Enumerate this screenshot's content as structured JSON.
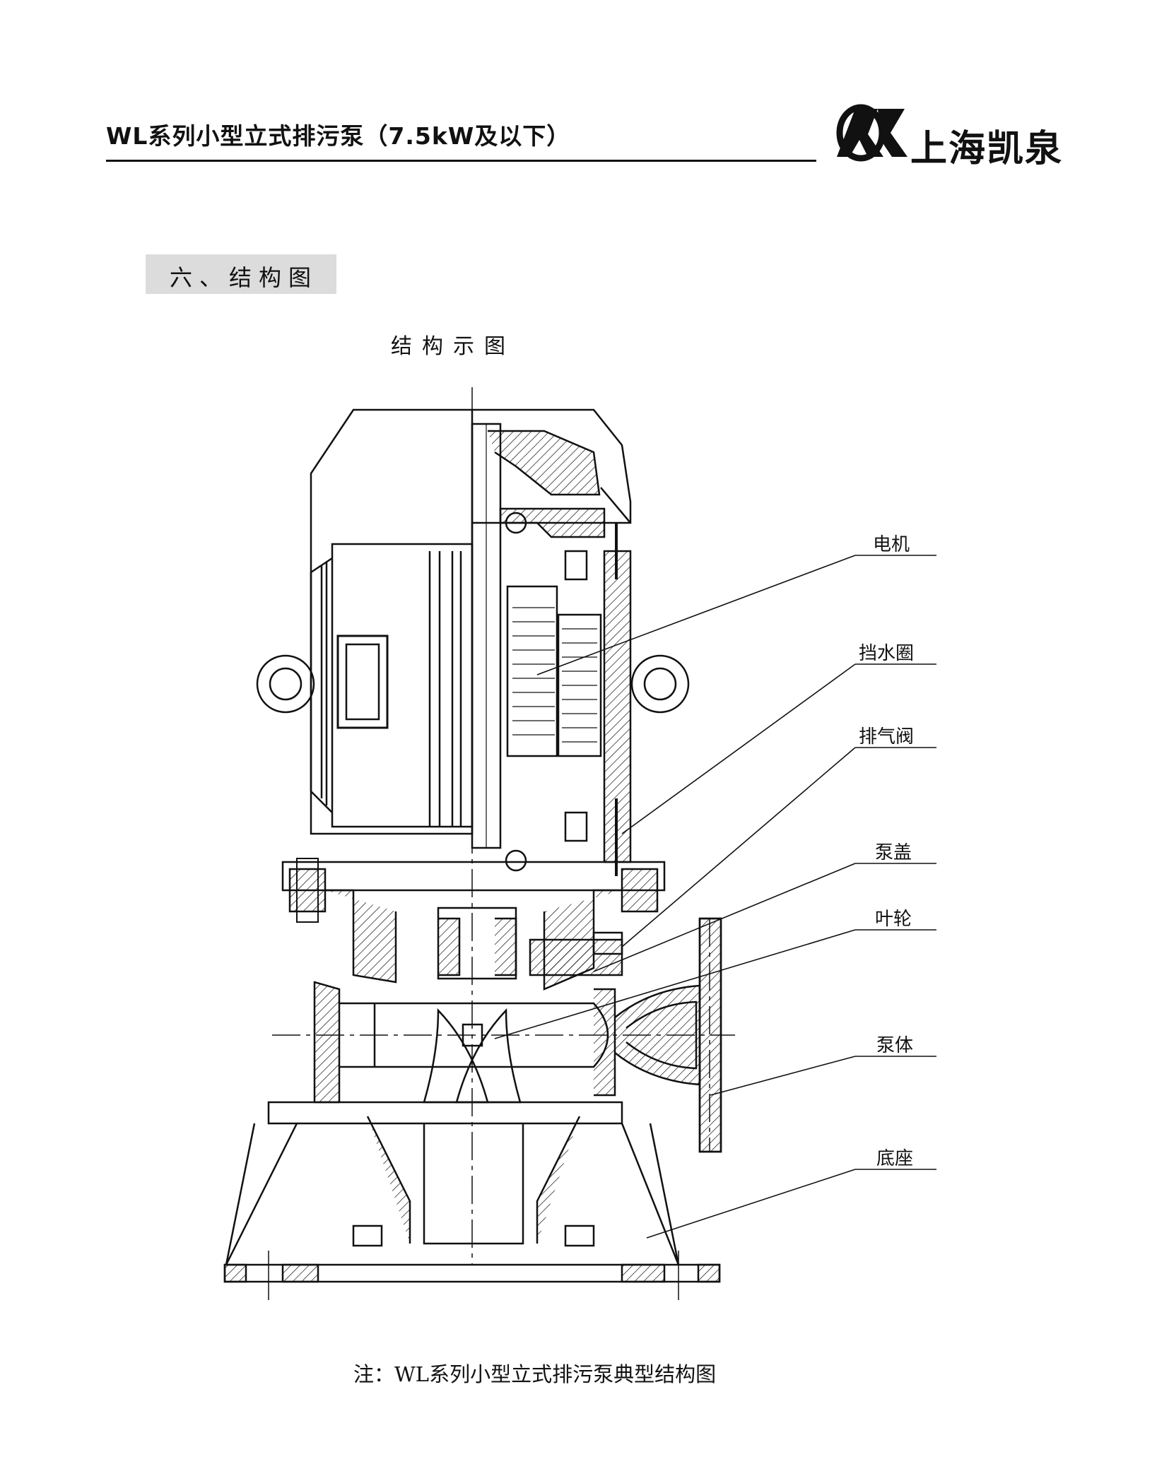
{
  "header": {
    "title": "WL系列小型立式排污泵（7.5kW及以下）",
    "logo_text": "上海凯泉"
  },
  "section": {
    "label": "六、结构图"
  },
  "diagram": {
    "title": "结构示图",
    "callouts": [
      "电机",
      "挡水圈",
      "排气阀",
      "泵盖",
      "叶轮",
      "泵体",
      "底座"
    ]
  },
  "note": "注：WL系列小型立式排污泵典型结构图"
}
